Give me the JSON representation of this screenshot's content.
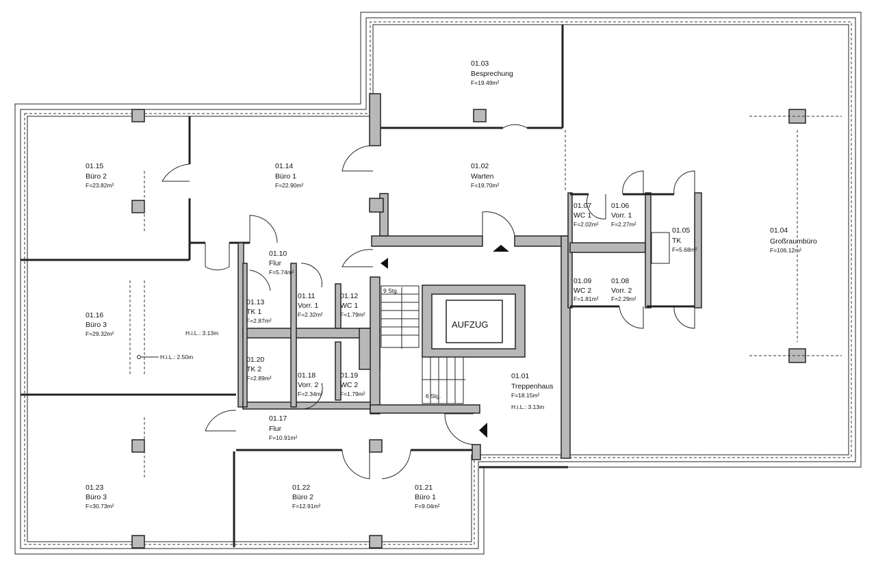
{
  "rooms": [
    {
      "id": "01.01",
      "name": "Treppenhaus",
      "area": "F=18.15m²",
      "extra": "H.i.L.: 3.13m"
    },
    {
      "id": "01.02",
      "name": "Warten",
      "area": "F=19.70m²"
    },
    {
      "id": "01.03",
      "name": "Besprechung",
      "area": "F=19.49m²"
    },
    {
      "id": "01.04",
      "name": "Großraumbüro",
      "area": "F=106.12m²"
    },
    {
      "id": "01.05",
      "name": "TK",
      "area": "F=5.68m²"
    },
    {
      "id": "01.06",
      "name": "Vorr. 1",
      "area": "F=2.27m²"
    },
    {
      "id": "01.07",
      "name": "WC 1",
      "area": "F=2.02m²"
    },
    {
      "id": "01.08",
      "name": "Vorr. 2",
      "area": "F=2.29m²"
    },
    {
      "id": "01.09",
      "name": "WC 2",
      "area": "F=1.81m²"
    },
    {
      "id": "01.10",
      "name": "Flur",
      "area": "F=5.74m²"
    },
    {
      "id": "01.11",
      "name": "Vorr. 1",
      "area": "F=2.32m²"
    },
    {
      "id": "01.12",
      "name": "WC 1",
      "area": "F=1.79m²"
    },
    {
      "id": "01.13",
      "name": "TK 1",
      "area": "F=2.87m²"
    },
    {
      "id": "01.14",
      "name": "Büro 1",
      "area": "F=22.90m²"
    },
    {
      "id": "01.15",
      "name": "Büro 2",
      "area": "F=23.82m²"
    },
    {
      "id": "01.16",
      "name": "Büro 3",
      "area": "F=29.32m²"
    },
    {
      "id": "01.17",
      "name": "Flur",
      "area": "F=10.91m²"
    },
    {
      "id": "01.18",
      "name": "Vorr. 2",
      "area": "F=2.34m²"
    },
    {
      "id": "01.19",
      "name": "WC 2",
      "area": "F=1.79m²"
    },
    {
      "id": "01.20",
      "name": "TK 2",
      "area": "F=2.89m²"
    },
    {
      "id": "01.21",
      "name": "Büro 1",
      "area": "F=9.04m²"
    },
    {
      "id": "01.22",
      "name": "Büro 2",
      "area": "F=12.91m²"
    },
    {
      "id": "01.23",
      "name": "Büro 3",
      "area": "F=30.73m²"
    }
  ],
  "annotations": {
    "elevator": "AUFZUG",
    "stairs_up": "9 Stg.",
    "stairs_down": "6 Stg.",
    "hil_1": "H.i.L.: 3.13m",
    "hil_2": "H.i.L.: 2.50m"
  }
}
